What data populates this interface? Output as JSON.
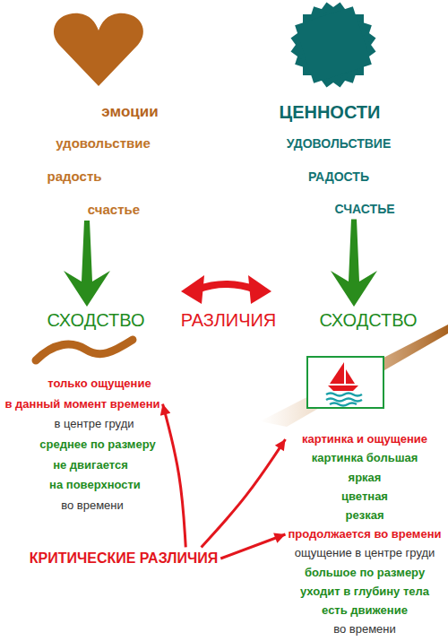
{
  "diagram": {
    "nodes": [
      {
        "text": [
          "эмоции",
          "удовольствие",
          "радость",
          "счастье"
        ]
      },
      {
        "text": [
          "ЦЕННОСТИ",
          "УДОВОЛЬСТВИЕ",
          "РАДОСТЬ",
          "СЧАСТЬЕ"
        ]
      },
      {
        "text": [
          "СХОДСТВО"
        ]
      },
      {
        "text": [
          "СХОДСТВО"
        ]
      },
      {
        "text": [
          "только ощущение",
          "в данный момент времени",
          "в центре груди",
          "среднее по размеру",
          "не двигается",
          "на поверхности",
          "во времени"
        ]
      },
      {
        "text": [
          "картинка и ощущение",
          "картинка большая",
          "яркая",
          "цветная",
          "резкая",
          "продолжается во времени",
          "ощущение в центре груди",
          "большое по размеру",
          "уходит в глубину тела",
          "есть движение",
          "во времени"
        ]
      },
      {
        "text": [
          "КРИТИЧЕСКИЕ РАЗЛИЧИЯ"
        ]
      }
    ],
    "edges": [
      {
        "from": 0,
        "to": 2,
        "arrow": "to"
      },
      {
        "from": 1,
        "to": 3,
        "arrow": "to"
      },
      {
        "from": 6,
        "to": 4,
        "arrow": "to"
      },
      {
        "from": 6,
        "to": 5,
        "arrow": "to"
      },
      {
        "from": 6,
        "to": 5,
        "arrow": "to"
      }
    ],
    "labels": [
      "РАЗЛИЧИЯ"
    ]
  }
}
